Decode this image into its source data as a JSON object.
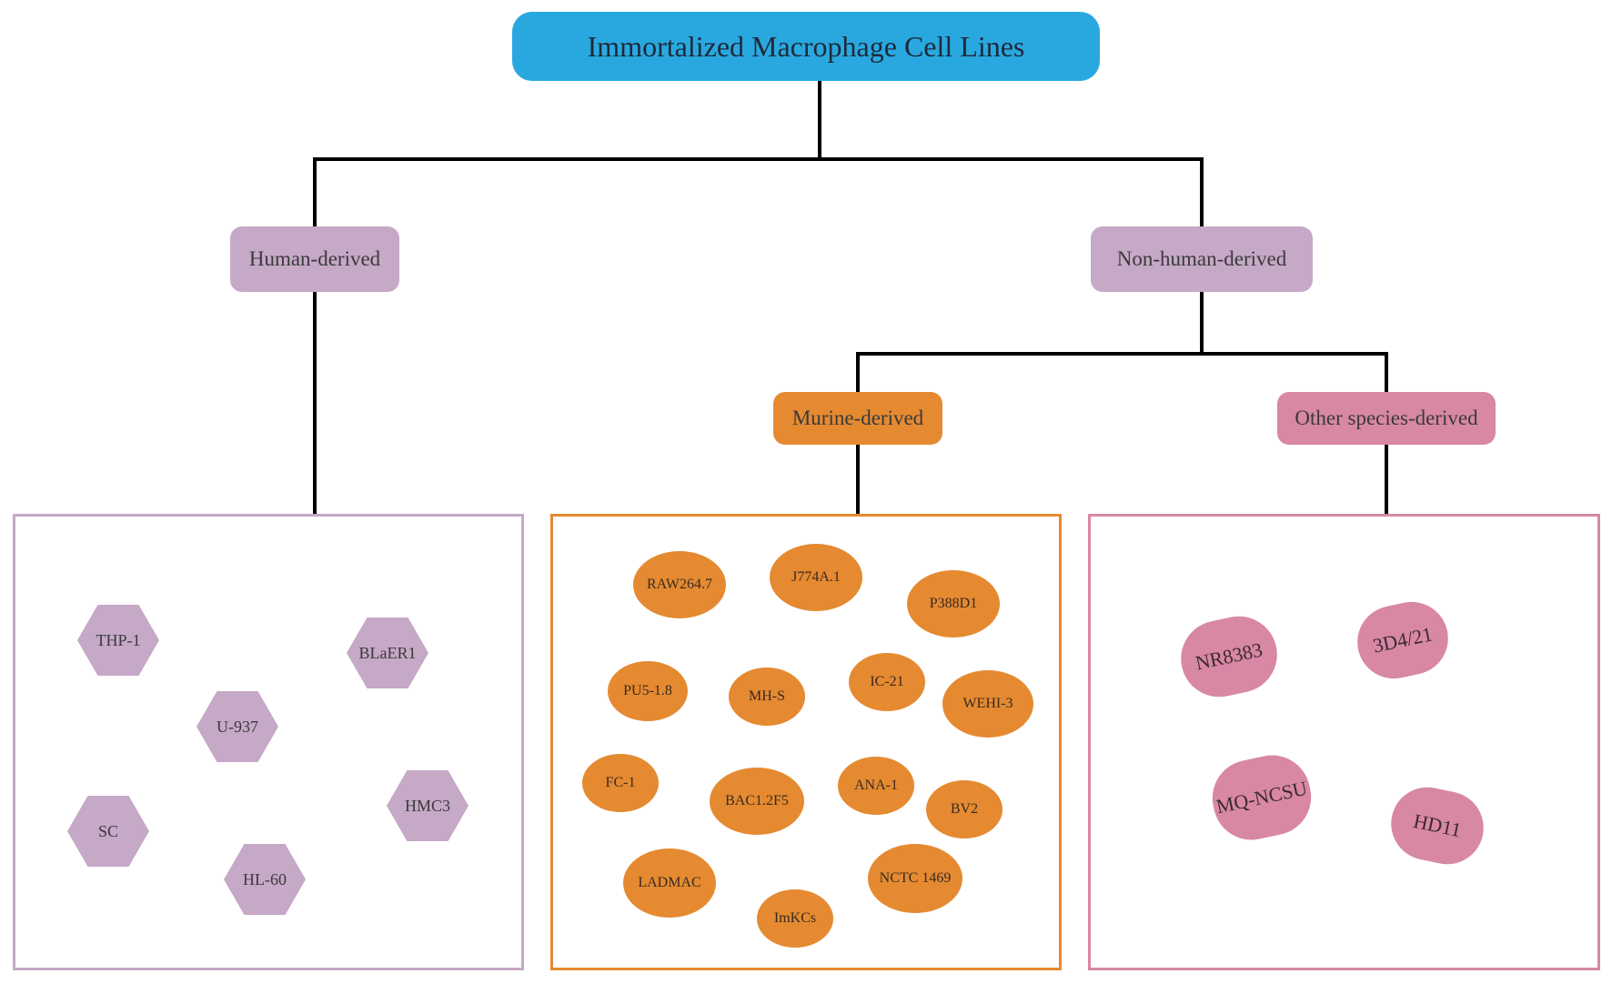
{
  "root": {
    "label": "Immortalized Macrophage Cell Lines"
  },
  "categories": {
    "human": "Human-derived",
    "nonhuman": "Non-human-derived",
    "murine": "Murine-derived",
    "other": "Other species-derived"
  },
  "human_lines": [
    "THP-1",
    "BLaER1",
    "U-937",
    "SC",
    "HMC3",
    "HL-60"
  ],
  "murine_lines": [
    "RAW264.7",
    "J774A.1",
    "P388D1",
    "PU5-1.8",
    "MH-S",
    "IC-21",
    "WEHI-3",
    "FC-1",
    "BAC1.2F5",
    "ANA-1",
    "BV2",
    "LADMAC",
    "NCTC 1469",
    "ImKCs"
  ],
  "other_lines": [
    "NR8383",
    "3D4/21",
    "MQ-NCSU",
    "HD11"
  ],
  "colors": {
    "root": "#29a8e0",
    "human": "#c6a8c7",
    "murine": "#e58a31",
    "other": "#d887a5",
    "line": "#000000"
  }
}
